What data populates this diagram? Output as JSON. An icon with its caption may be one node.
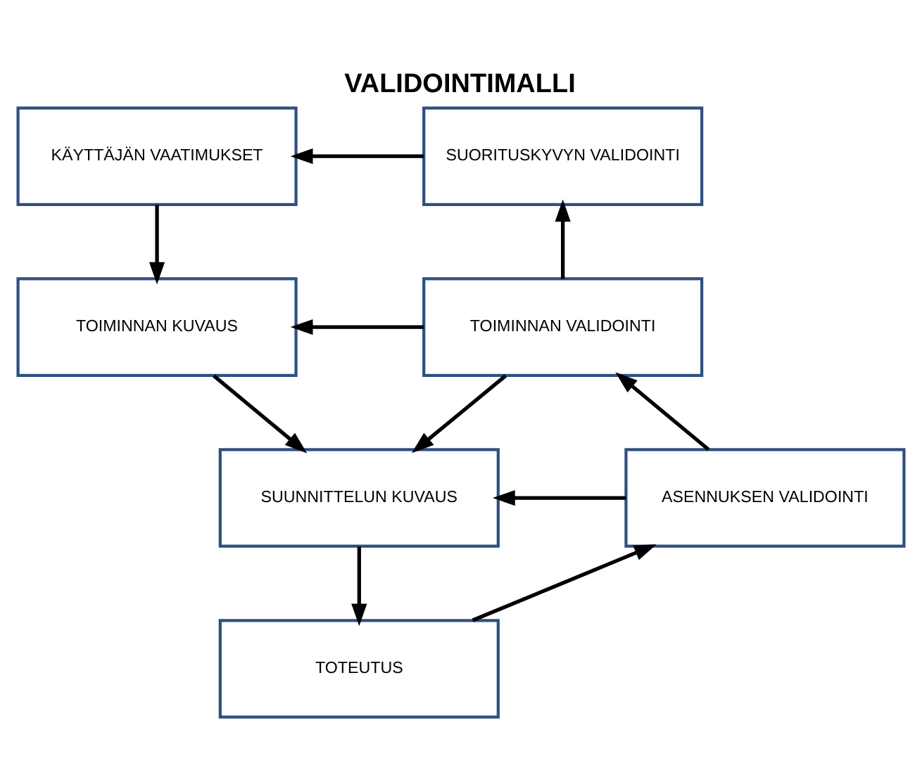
{
  "diagram": {
    "title": "VALIDOINTIMALLI",
    "nodes": [
      {
        "text": [
          "KÄYTTÄJÄN VAATIMUKSET"
        ]
      },
      {
        "text": [
          "SUORITUSKYVYN VALIDOINTI"
        ]
      },
      {
        "text": [
          "TOIMINNAN KUVAUS"
        ]
      },
      {
        "text": [
          "TOIMINNAN VALIDOINTI"
        ]
      },
      {
        "text": [
          "SUUNNITTELUN KUVAUS"
        ]
      },
      {
        "text": [
          "ASENNUKSEN VALIDOINTI"
        ]
      },
      {
        "text": [
          "TOTEUTUS"
        ]
      }
    ],
    "edges": [
      {
        "from": 1,
        "to": 0,
        "arrow": "to"
      },
      {
        "from": 0,
        "to": 2,
        "arrow": "to"
      },
      {
        "from": 3,
        "to": 2,
        "arrow": "to"
      },
      {
        "from": 3,
        "to": 1,
        "arrow": "to"
      },
      {
        "from": 2,
        "to": 4,
        "arrow": "to"
      },
      {
        "from": 3,
        "to": 4,
        "arrow": "to"
      },
      {
        "from": 5,
        "to": 4,
        "arrow": "to"
      },
      {
        "from": 5,
        "to": 3,
        "arrow": "to"
      },
      {
        "from": 4,
        "to": 6,
        "arrow": "to"
      },
      {
        "from": 6,
        "to": 5,
        "arrow": "to"
      }
    ]
  }
}
